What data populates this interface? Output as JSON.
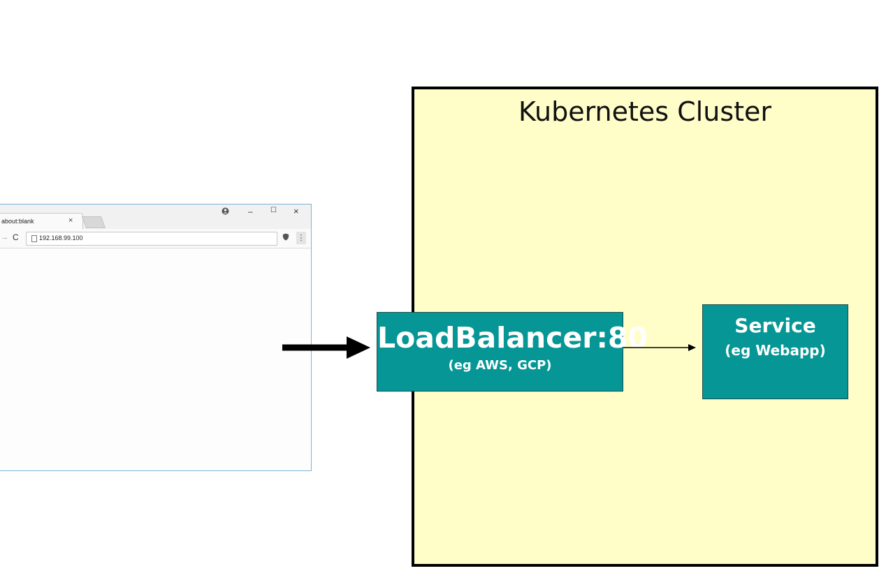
{
  "cluster": {
    "title": "Kubernetes Cluster",
    "fill_color": "#fffdc8",
    "border_color": "#000000"
  },
  "load_balancer": {
    "title": "LoadBalancer:80",
    "subtitle": "(eg AWS, GCP)",
    "fill_color": "#069696"
  },
  "service": {
    "title": "Service",
    "subtitle": "(eg Webapp)",
    "fill_color": "#069696"
  },
  "browser": {
    "tab_title": "about:blank",
    "tab_close": "×",
    "url": "192.168.99.100",
    "controls": {
      "profile_icon": "person-circle-icon",
      "minimize": "–",
      "maximize": "☐",
      "close": "×"
    },
    "nav": {
      "forward_icon": "→",
      "reload_icon": "C"
    },
    "extension_icon": "shield-icon",
    "menu_icon": "⋮"
  },
  "edges": [
    {
      "from": "browser",
      "to": "load_balancer",
      "style": "thick"
    },
    {
      "from": "load_balancer",
      "to": "service",
      "style": "thin"
    }
  ]
}
